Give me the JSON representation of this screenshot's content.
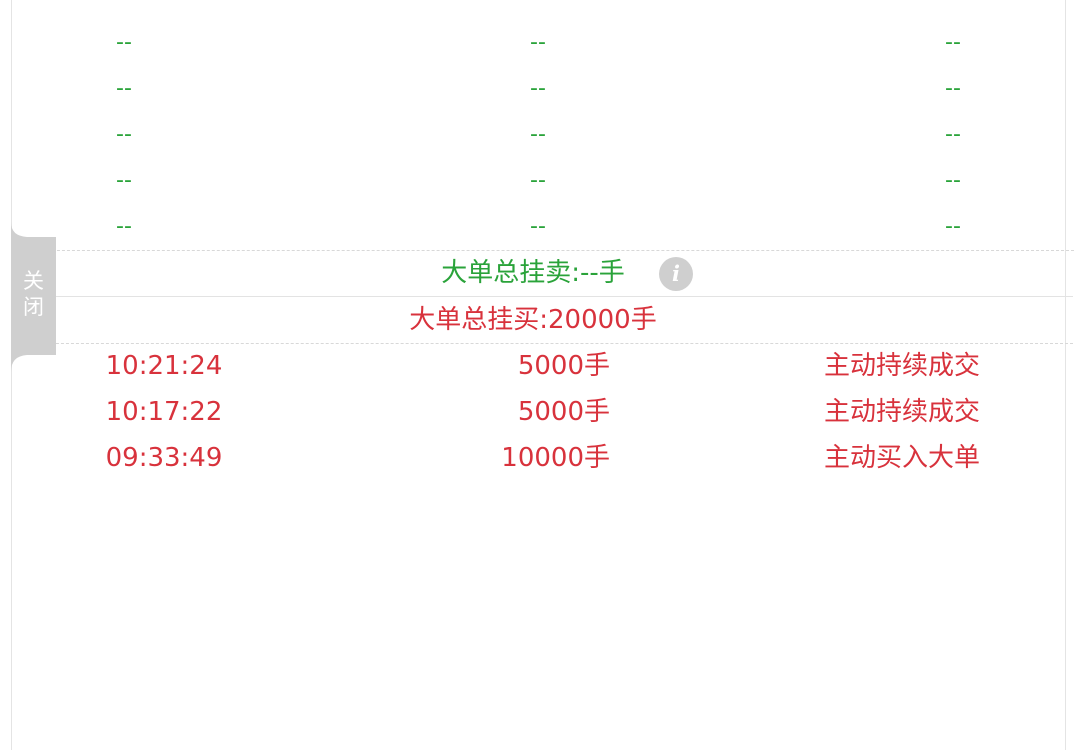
{
  "sell_rows": [
    {
      "time": "--",
      "volume": "--",
      "type": "--"
    },
    {
      "time": "--",
      "volume": "--",
      "type": "--"
    },
    {
      "time": "--",
      "volume": "--",
      "type": "--"
    },
    {
      "time": "--",
      "volume": "--",
      "type": "--"
    },
    {
      "time": "--",
      "volume": "--",
      "type": "--"
    }
  ],
  "summary": {
    "sell_total": "大单总挂卖:--手",
    "buy_total": "大单总挂买:20000手",
    "info_icon_glyph": "i"
  },
  "buy_rows": [
    {
      "time": "10:21:24",
      "volume": "5000手",
      "type": "主动持续成交"
    },
    {
      "time": "10:17:22",
      "volume": "5000手",
      "type": "主动持续成交"
    },
    {
      "time": "09:33:49",
      "volume": "10000手",
      "type": "主动买入大单"
    }
  ],
  "side_tab": {
    "label_line1": "关",
    "label_line2": "闭"
  },
  "colors": {
    "sell": "#2aa33a",
    "buy": "#d8323c",
    "tab": "#cfcfcf"
  }
}
